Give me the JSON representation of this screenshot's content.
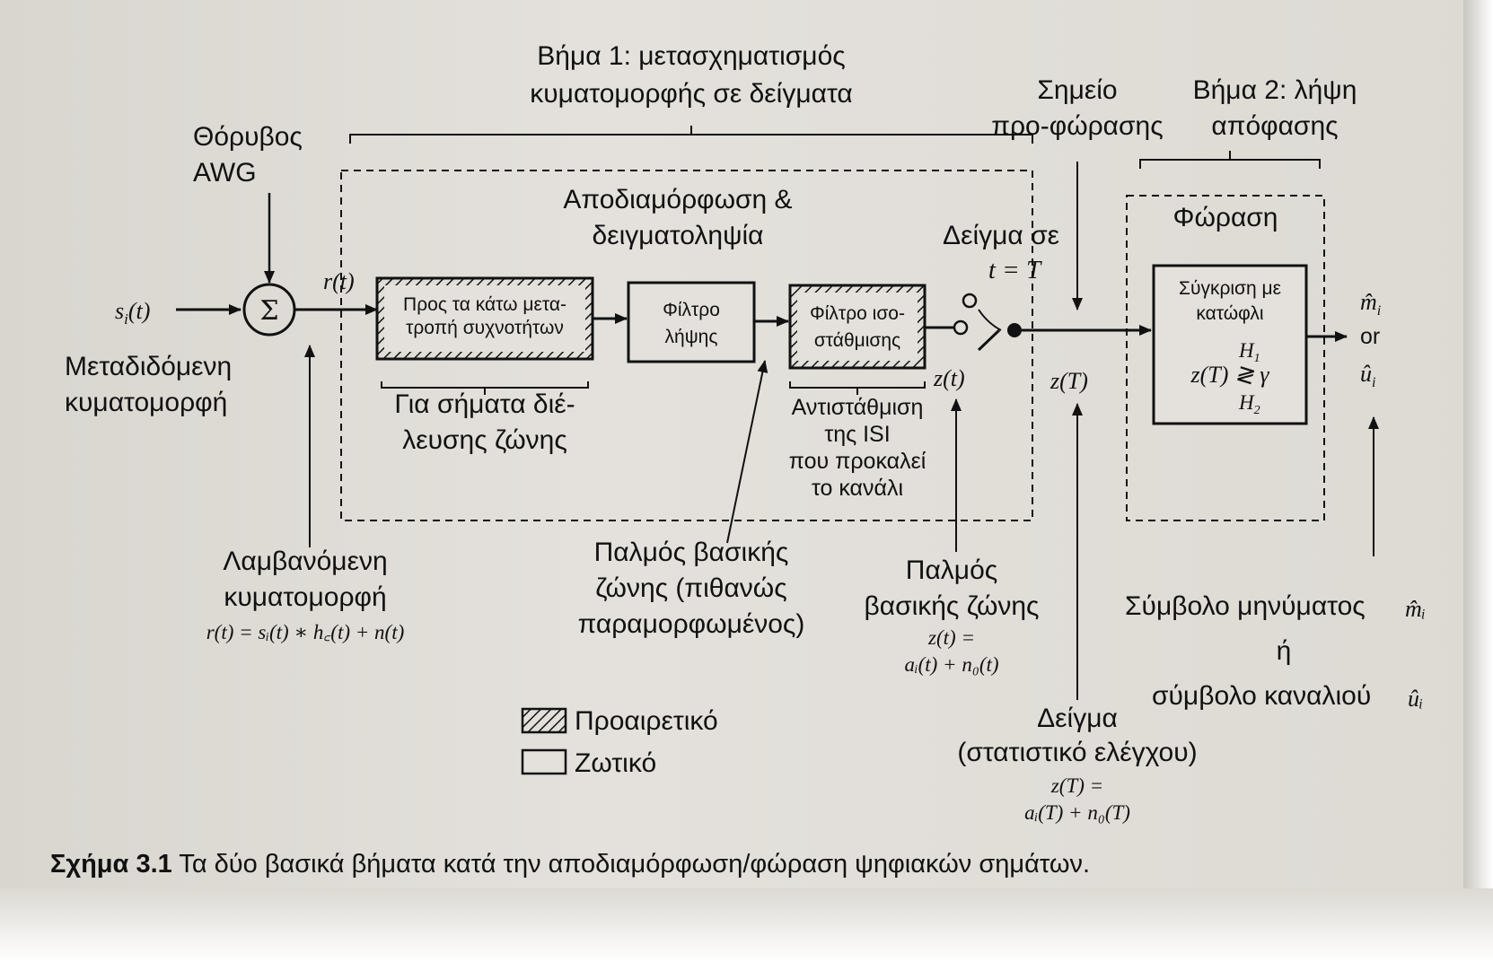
{
  "step1": {
    "title_line1": "Βήμα 1: μετασχηματισμός",
    "title_line2": "κυματομορφής σε δείγματα"
  },
  "predetection": {
    "line1": "Σημείο",
    "line2": "προ-φώρασης"
  },
  "step2": {
    "line1": "Βήμα 2: λήψη",
    "line2": "απόφασης"
  },
  "noise": {
    "line1": "Θόρυβος",
    "line2": "AWG"
  },
  "demod": {
    "line1": "Αποδιαμόρφωση &",
    "line2": "δειγματοληψία"
  },
  "detection": {
    "title": "Φώραση"
  },
  "sample_at": {
    "line1": "Δείγμα σε",
    "line2": "t = T"
  },
  "input": {
    "signal": "s",
    "signal_sub": "i",
    "signal_arg": "(t)",
    "label_line1": "Μεταδιδόμενη",
    "label_line2": "κυματομορφή"
  },
  "summer": {
    "symbol": "Σ"
  },
  "rt": "r(t)",
  "blocks": {
    "freq_down": {
      "line1": "Προς τα κάτω μετα-",
      "line2": "τροπή συχνοτήτων"
    },
    "receive_filter": {
      "line1": "Φίλτρο",
      "line2": "λήψης"
    },
    "equalizer": {
      "line1": "Φίλτρο ισο-",
      "line2": "στάθμισης"
    },
    "threshold": {
      "line1": "Σύγκριση με",
      "line2": "κατώφλι",
      "h1": "H",
      "h1_sub": "1",
      "compare": "z(T) ≷ γ",
      "h2": "H",
      "h2_sub": "2"
    }
  },
  "bandpass_note": {
    "line1": "Για σήματα διέ-",
    "line2": "λευσης ζώνης"
  },
  "isi_note": {
    "line1": "Αντιστάθμιση",
    "line2": "της ISI",
    "line3": "που προκαλεί",
    "line4": "το κανάλι"
  },
  "zt": "z(t)",
  "zT": "z(T)",
  "outputs": {
    "m_hat": "m̂",
    "m_sub": "i",
    "or": "or",
    "u_hat": "û",
    "u_sub": "i"
  },
  "received": {
    "line1": "Λαμβανόμενη",
    "line2": "κυματομορφή",
    "formula": "r(t) = sᵢ(t) ∗ h꜀(t)  + n(t)"
  },
  "baseband_pulse_distorted": {
    "line1": "Παλμός βασικής",
    "line2": "ζώνης (πιθανώς",
    "line3": "παραμορφωμένος)"
  },
  "baseband_pulse": {
    "line1": "Παλμός",
    "line2": "βασικής ζώνης",
    "line3": "z(t) =",
    "line4": "aᵢ(t) + n₀(t)"
  },
  "sample_stat": {
    "line1": "Δείγμα",
    "line2": "(στατιστικό ελέγχου)",
    "line3": "z(T) =",
    "line4": "aᵢ(T) + n₀(T)"
  },
  "message_symbol": {
    "line1": "Σύμβολο μηνύματος",
    "sym1": "m̂ᵢ",
    "line2": "ή",
    "line3": "σύμβολο καναλιού",
    "sym2": "ûᵢ"
  },
  "legend": {
    "optional": "Προαιρετικό",
    "essential": "Ζωτικό"
  },
  "caption": {
    "label": "Σχήμα 3.1",
    "text": " Τα δύο βασικά βήματα κατά την αποδιαμόρφωση/φώραση ψηφιακών σημάτων."
  },
  "colors": {
    "ink": "#111111",
    "paper": "#e0ddd7"
  }
}
